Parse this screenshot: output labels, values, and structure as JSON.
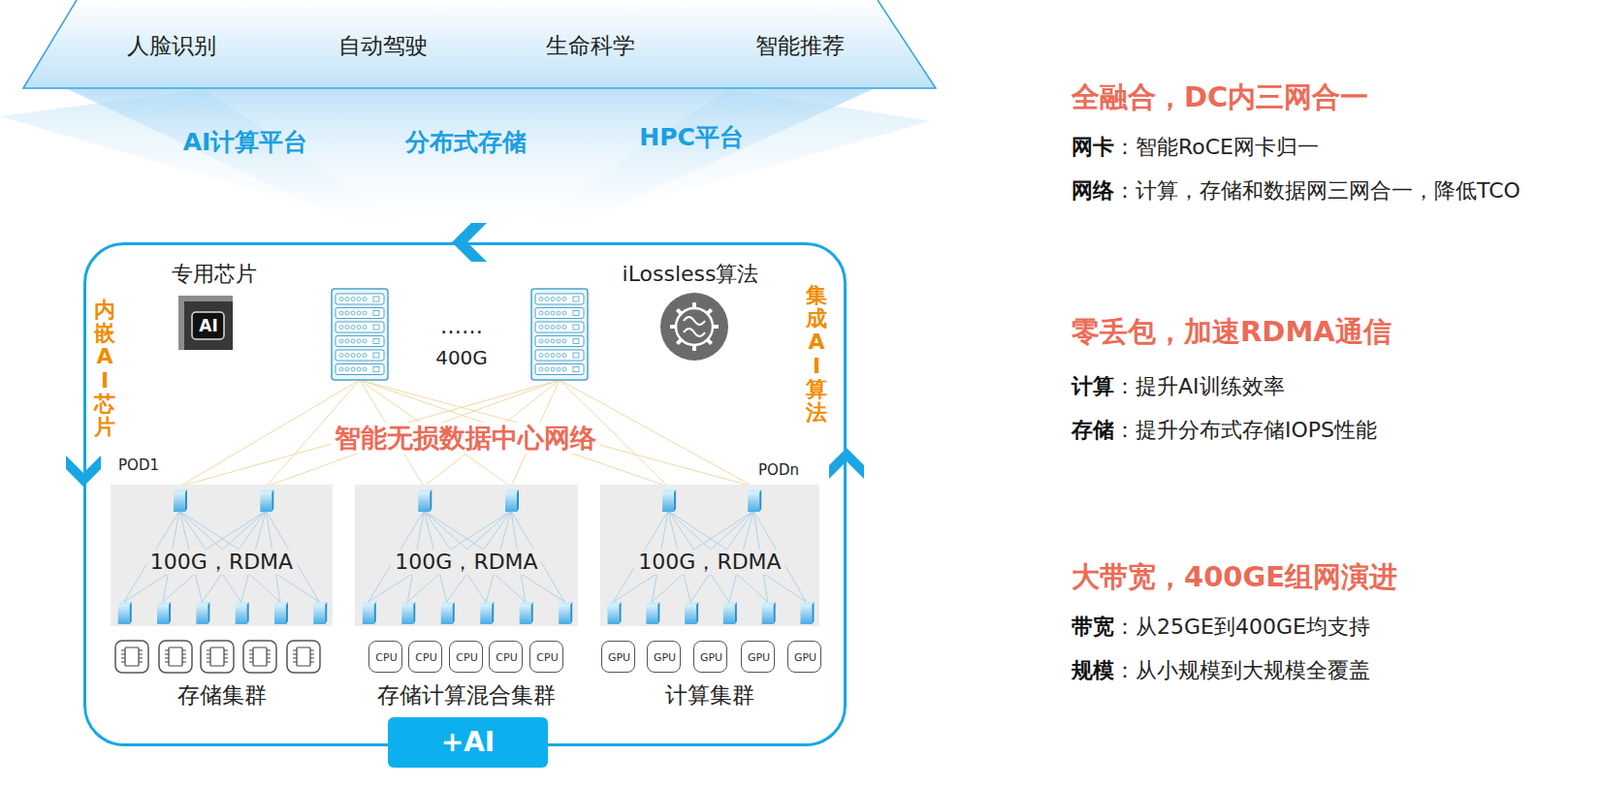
{
  "diagram": {
    "nodes": [
      {
        "text": [
          "人脸识别",
          "自动驾驶",
          "生命科学",
          "智能推荐"
        ]
      },
      {
        "text": [
          "专用芯片",
          "……",
          "400G",
          "iLossless算法",
          "内嵌AI芯片",
          "集成AI算法",
          "智能无损数据中心网络",
          "POD1",
          "PODn"
        ]
      },
      {
        "text": [
          "100G，RDMA",
          "存储集群"
        ],
        "in": 1
      },
      {
        "text": [
          "100G，RDMA",
          "存储计算混合集群"
        ],
        "in": 1
      },
      {
        "text": [
          "100G，RDMA",
          "计算集群"
        ],
        "in": 1
      },
      {
        "text": [
          "CPU"
        ],
        "in": 1
      },
      {
        "text": [
          "CPU"
        ],
        "in": 1
      },
      {
        "text": [
          "CPU"
        ],
        "in": 1
      },
      {
        "text": [
          "CPU"
        ],
        "in": 1
      },
      {
        "text": [
          "CPU"
        ],
        "in": 1
      },
      {
        "text": [
          "GPU"
        ],
        "in": 1
      },
      {
        "text": [
          "GPU"
        ],
        "in": 1
      },
      {
        "text": [
          "GPU"
        ],
        "in": 1
      },
      {
        "text": [
          "GPU"
        ],
        "in": 1
      },
      {
        "text": [
          "GPU"
        ],
        "in": 1
      },
      {
        "text": [
          "+AI"
        ]
      }
    ],
    "labels": [
      "AI计算平台",
      "分布式存储",
      "HPC平台",
      "AI",
      "全融合，DC内三网合一",
      "网卡",
      "：智能RoCE网卡归一",
      "网络",
      "：计算，存储和数据网三网合一，降低TCO",
      "零丢包，加速RDMA通信",
      "计算",
      "：提升AI训练效率",
      "存储",
      "：提升分布式存储IOPS性能",
      "大带宽，400GE组网演进",
      "带宽",
      "：从25GE到400GE均支持",
      "规模",
      "：从小规模到大规模全覆盖"
    ]
  }
}
